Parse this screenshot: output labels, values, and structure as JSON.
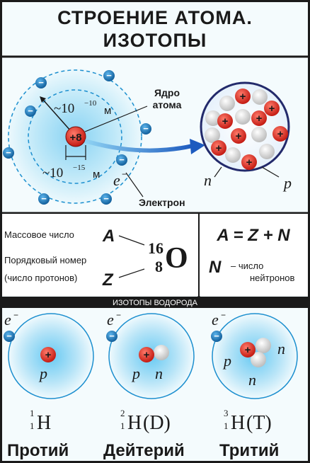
{
  "title": {
    "line1": "СТРОЕНИЕ АТОМА.",
    "line2": "ИЗОТОПЫ"
  },
  "atom": {
    "atom_radius_base": "~10",
    "atom_radius_exp": "−10",
    "atom_radius_unit": "м",
    "nucleus_radius_base": "~10",
    "nucleus_radius_exp": "−15",
    "nucleus_radius_unit": "м",
    "nucleus_charge": "+8",
    "nucleus_label_line1": "Ядро",
    "nucleus_label_line2": "атома",
    "electron_symbol": "e",
    "electron_sup": "−",
    "electron_label": "Электрон",
    "neutron_symbol": "n",
    "proton_symbol": "p",
    "electron_sign": "−",
    "proton_sign": "+"
  },
  "notation": {
    "mass_label": "Массовое число",
    "mass_letter": "A",
    "order_label_line1": "Порядковый номер",
    "order_label_line2": "(число протонов)",
    "order_letter": "Z",
    "mass_number": "16",
    "atomic_number": "8",
    "element": "O",
    "formula": "A = Z + N",
    "n_letter": "N",
    "n_desc_line1": "– число",
    "n_desc_line2": "нейтронов"
  },
  "isotopes": {
    "header": "ИЗОТОПЫ ВОДОРОДА",
    "items": [
      {
        "mass": "1",
        "z": "1",
        "symbol": "H",
        "suffix": "",
        "name": "Протий"
      },
      {
        "mass": "2",
        "z": "1",
        "symbol": "H",
        "suffix": "(D)",
        "name": "Дейтерий"
      },
      {
        "mass": "3",
        "z": "1",
        "symbol": "H",
        "suffix": "(T)",
        "name": "Тритий"
      }
    ]
  },
  "colors": {
    "electron": "#1e7fc4",
    "proton": "#d4231c",
    "neutron": "#e6e6e6",
    "cloud": "#4fc2ef",
    "border": "#1a1a1a"
  }
}
